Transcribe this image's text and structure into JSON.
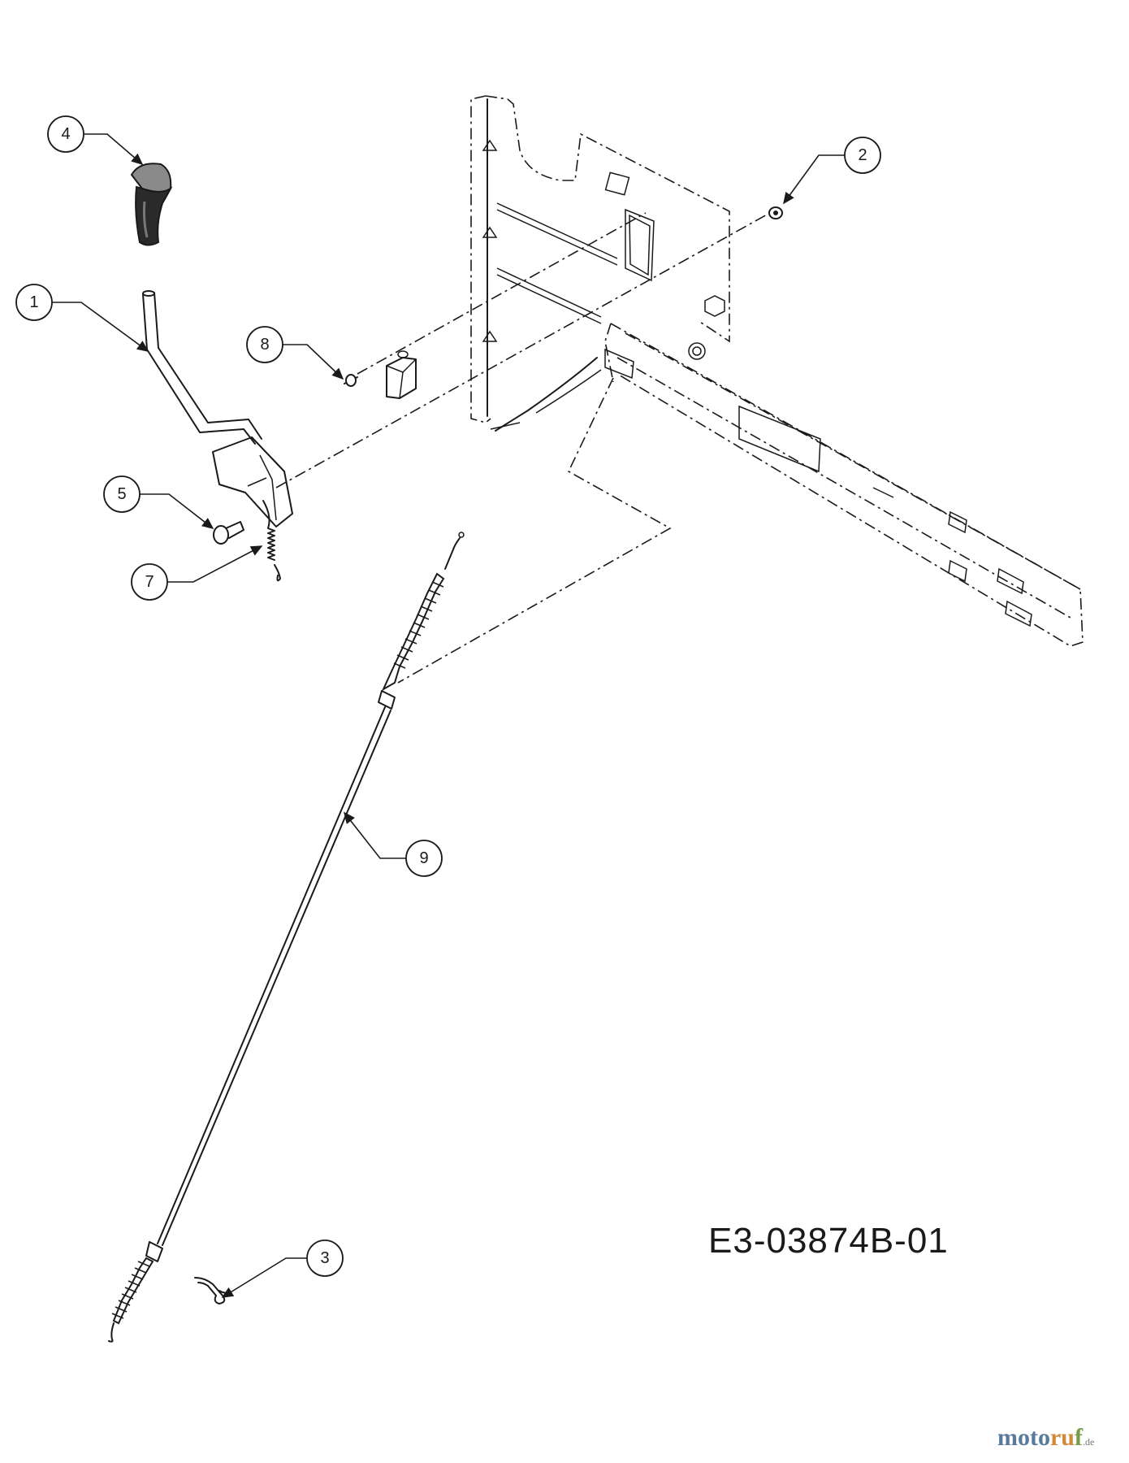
{
  "diagram": {
    "callouts": [
      {
        "id": "1",
        "label": "1"
      },
      {
        "id": "2",
        "label": "2"
      },
      {
        "id": "3",
        "label": "3"
      },
      {
        "id": "4",
        "label": "4"
      },
      {
        "id": "5",
        "label": "5"
      },
      {
        "id": "7",
        "label": "7"
      },
      {
        "id": "8",
        "label": "8"
      },
      {
        "id": "9",
        "label": "9"
      }
    ],
    "code": "E3-03874B-01"
  },
  "watermark": {
    "part1": "moto",
    "part2": "ru",
    "part3": "f",
    "suffix": ".de"
  }
}
